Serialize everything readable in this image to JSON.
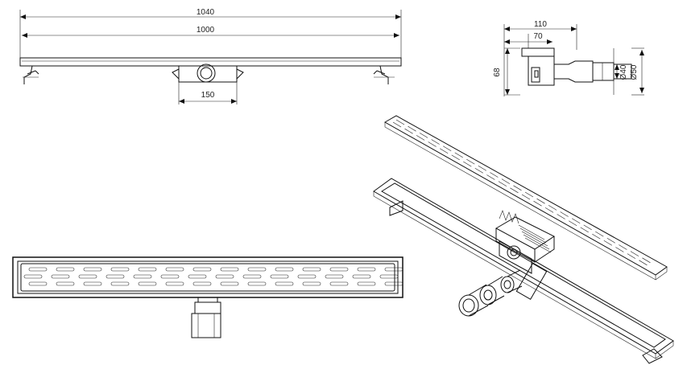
{
  "dimensions": {
    "top_overall": "1040",
    "top_inner": "1000",
    "outlet_spacing": "150",
    "side_width_outer": "110",
    "side_width_inner": "70",
    "side_height": "68",
    "pipe_diameter_small": "Ø40",
    "pipe_diameter_large": "Ø50"
  },
  "colors": {
    "line": "#111111",
    "background": "#ffffff"
  }
}
